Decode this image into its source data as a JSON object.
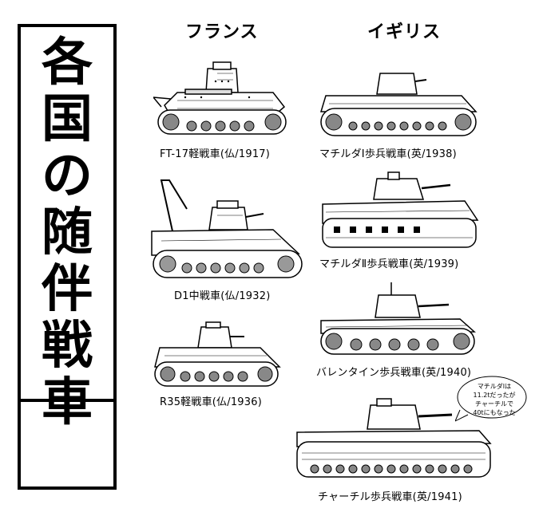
{
  "title": [
    "各",
    "国",
    "の",
    "随",
    "伴",
    "戦",
    "車"
  ],
  "columns": {
    "france": "フランス",
    "britain": "イギリス"
  },
  "tanks": {
    "ft17": "FT-17軽戦車(仏/1917)",
    "d1": "D1中戦車(仏/1932)",
    "r35": "R35軽戦車(仏/1936)",
    "matilda1": "マチルダⅠ歩兵戦車(英/1938)",
    "matilda2": "マチルダⅡ歩兵戦車(英/1939)",
    "valentine": "バレンタイン歩兵戦車(英/1940)",
    "churchill": "チャーチル歩兵戦車(英/1941)"
  },
  "speech_bubble": [
    "マチルダⅠは",
    "11.2tだったが",
    "チャーチルで",
    "40tにもなった"
  ]
}
